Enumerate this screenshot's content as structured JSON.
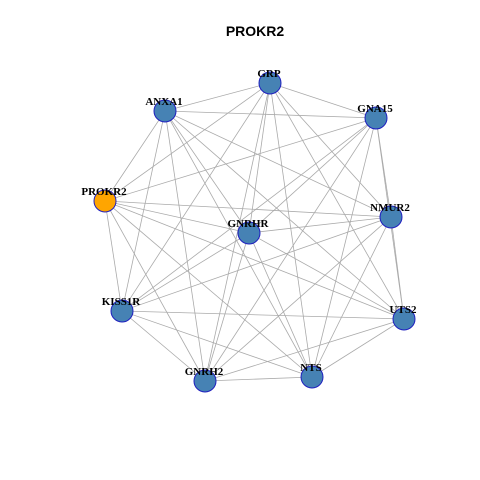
{
  "title": "PROKR2",
  "colors": {
    "default_node": "#4682b4",
    "highlight_node": "#ffa500",
    "node_border": "#1f1fbf",
    "edge": "#aaaaaa"
  },
  "nodes": [
    {
      "id": "GRP",
      "label": "GRP",
      "highlight": false
    },
    {
      "id": "ANXA1",
      "label": "ANXA1",
      "highlight": false
    },
    {
      "id": "GNA15",
      "label": "GNA15",
      "highlight": false
    },
    {
      "id": "PROKR2",
      "label": "PROKR2",
      "highlight": true
    },
    {
      "id": "NMUR2",
      "label": "NMUR2",
      "highlight": false
    },
    {
      "id": "GNRHR",
      "label": "GNRHR",
      "highlight": false
    },
    {
      "id": "KISS1R",
      "label": "KISS1R",
      "highlight": false
    },
    {
      "id": "UTS2",
      "label": "UTS2",
      "highlight": false
    },
    {
      "id": "NTS",
      "label": "NTS",
      "highlight": false
    },
    {
      "id": "GNRH2",
      "label": "GNRH2",
      "highlight": false
    }
  ],
  "edges": [
    [
      "GRP",
      "ANXA1"
    ],
    [
      "GRP",
      "GNA15"
    ],
    [
      "GRP",
      "PROKR2"
    ],
    [
      "GRP",
      "NMUR2"
    ],
    [
      "GRP",
      "GNRHR"
    ],
    [
      "GRP",
      "KISS1R"
    ],
    [
      "GRP",
      "UTS2"
    ],
    [
      "GRP",
      "NTS"
    ],
    [
      "GRP",
      "GNRH2"
    ],
    [
      "ANXA1",
      "GNA15"
    ],
    [
      "ANXA1",
      "PROKR2"
    ],
    [
      "ANXA1",
      "NMUR2"
    ],
    [
      "ANXA1",
      "GNRHR"
    ],
    [
      "ANXA1",
      "KISS1R"
    ],
    [
      "ANXA1",
      "UTS2"
    ],
    [
      "ANXA1",
      "NTS"
    ],
    [
      "ANXA1",
      "GNRH2"
    ],
    [
      "GNA15",
      "PROKR2"
    ],
    [
      "GNA15",
      "NMUR2"
    ],
    [
      "GNA15",
      "GNRHR"
    ],
    [
      "GNA15",
      "KISS1R"
    ],
    [
      "GNA15",
      "UTS2"
    ],
    [
      "GNA15",
      "NTS"
    ],
    [
      "GNA15",
      "GNRH2"
    ],
    [
      "PROKR2",
      "NMUR2"
    ],
    [
      "PROKR2",
      "GNRHR"
    ],
    [
      "PROKR2",
      "KISS1R"
    ],
    [
      "PROKR2",
      "UTS2"
    ],
    [
      "PROKR2",
      "NTS"
    ],
    [
      "PROKR2",
      "GNRH2"
    ],
    [
      "NMUR2",
      "GNRHR"
    ],
    [
      "NMUR2",
      "KISS1R"
    ],
    [
      "NMUR2",
      "UTS2"
    ],
    [
      "NMUR2",
      "NTS"
    ],
    [
      "NMUR2",
      "GNRH2"
    ],
    [
      "GNRHR",
      "UTS2"
    ],
    [
      "GNRHR",
      "NTS"
    ],
    [
      "GNRHR",
      "GNRH2"
    ],
    [
      "GNRHR",
      "KISS1R"
    ],
    [
      "KISS1R",
      "UTS2"
    ],
    [
      "KISS1R",
      "GNRH2"
    ],
    [
      "KISS1R",
      "NTS"
    ],
    [
      "UTS2",
      "NTS"
    ],
    [
      "UTS2",
      "GNRH2"
    ],
    [
      "NTS",
      "GNRH2"
    ]
  ]
}
